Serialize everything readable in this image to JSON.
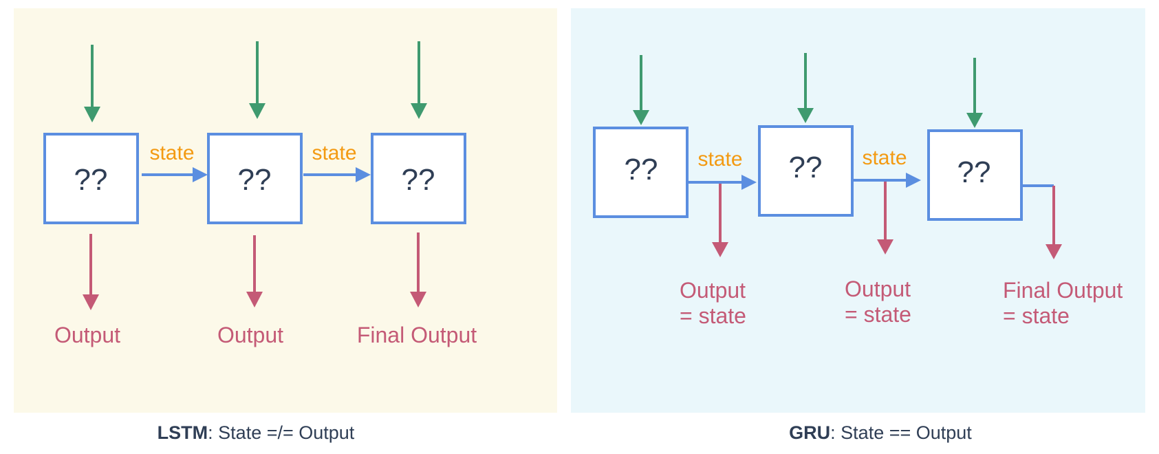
{
  "colors": {
    "lstm_panel_bg": "#fcf9e9",
    "gru_panel_bg": "#eaf7fb",
    "cell_border": "#5b8ee0",
    "input_arrow": "#3f9a6f",
    "state_arrow": "#5b8ee0",
    "state_label": "#f39a12",
    "output_arrow": "#c45a76",
    "text": "#2f3e55"
  },
  "lstm": {
    "cells": [
      {
        "label": "??"
      },
      {
        "label": "??"
      },
      {
        "label": "??"
      }
    ],
    "state_labels": [
      "state",
      "state"
    ],
    "outputs": [
      {
        "line1": "Output"
      },
      {
        "line1": "Output"
      },
      {
        "line1": "Final Output"
      }
    ],
    "caption": {
      "bold": "LSTM",
      "rest": ": State =/= Output"
    }
  },
  "gru": {
    "cells": [
      {
        "label": "??"
      },
      {
        "label": "??"
      },
      {
        "label": "??"
      }
    ],
    "state_labels": [
      "state",
      "state"
    ],
    "outputs": [
      {
        "line1": "Output",
        "line2": "= state"
      },
      {
        "line1": "Output",
        "line2": "= state"
      },
      {
        "line1": "Final Output",
        "line2": "= state"
      }
    ],
    "caption": {
      "bold": "GRU",
      "rest": ": State == Output"
    }
  }
}
